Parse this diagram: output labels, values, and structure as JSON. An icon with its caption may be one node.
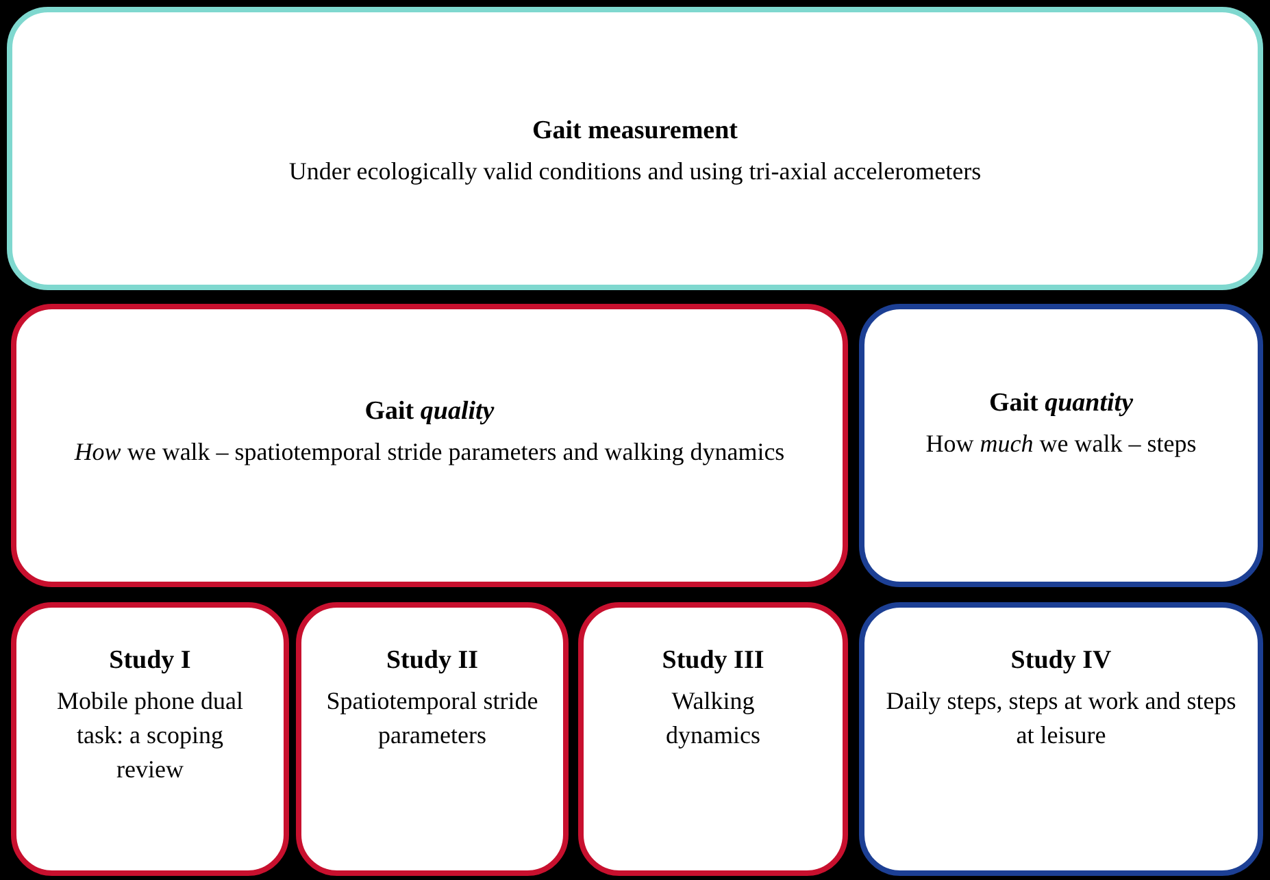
{
  "diagram": {
    "nodes": [
      {
        "text": [
          "Gait measurement",
          "Under ecologically valid conditions and using tri-axial accelerometers"
        ]
      },
      {
        "text": [
          "Gait *quality*",
          "*How* we walk – spatiotemporal stride parameters and walking dynamics"
        ]
      },
      {
        "text": [
          "Gait *quantity*",
          "How *much* we walk – steps"
        ]
      },
      {
        "text": [
          "Study I",
          "Mobile phone dual task: a scoping review"
        ]
      },
      {
        "text": [
          "Study II",
          "Spatiotemporal stride parameters"
        ]
      },
      {
        "text": [
          "Study III",
          "Walking dynamics"
        ]
      },
      {
        "text": [
          "Study IV",
          "Daily steps, steps at work and steps at leisure"
        ]
      }
    ]
  }
}
